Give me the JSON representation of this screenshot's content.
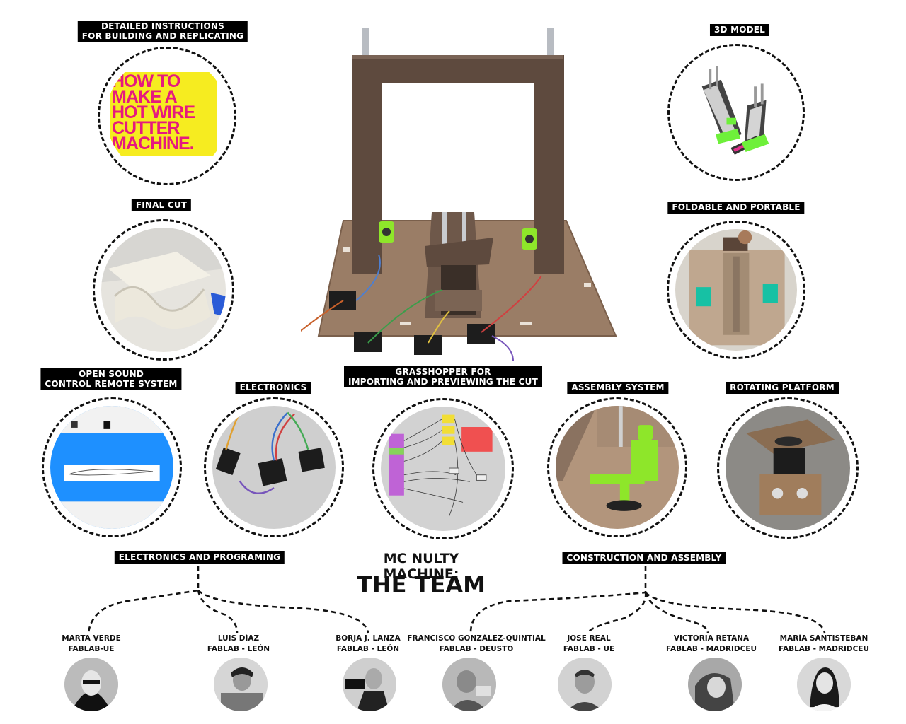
{
  "labels": {
    "instructions": [
      "DETAILED INSTRUCTIONS",
      "FOR BUILDING AND REPLICATING"
    ],
    "model3d": "3D MODEL",
    "final_cut": "FINAL CUT",
    "foldable": "FOLDABLE AND PORTABLE",
    "osc": [
      "OPEN SOUND",
      "CONTROL REMOTE SYSTEM"
    ],
    "electronics": "ELECTRONICS",
    "grasshopper": [
      "GRASSHOPPER FOR",
      "IMPORTING AND PREVIEWING THE CUT"
    ],
    "assembly": "ASSEMBLY SYSTEM",
    "rotating": "ROTATING PLATFORM",
    "group_electronics": "ELECTRONICS AND PROGRAMING",
    "group_construction": "CONSTRUCTION AND ASSEMBLY"
  },
  "howto_text": [
    "HOW TO",
    "MAKE A",
    "HOT WIRE",
    "CUTTER",
    "MACHINE."
  ],
  "title": {
    "line1": "MC NULTY MACHINE:",
    "line2": "THE TEAM"
  },
  "team": [
    {
      "name": "MARTA VERDE",
      "lab": "FABLAB-UE"
    },
    {
      "name": "LUIS DÍAZ",
      "lab": "FABLAB - LEÓN"
    },
    {
      "name": "BORJA J. LANZA",
      "lab": "FABLAB - LEÓN"
    },
    {
      "name": "FRANCISCO GONZÁLEZ-QUINTIAL",
      "lab": "FABLAB - DEUSTO"
    },
    {
      "name": "JOSE REAL",
      "lab": "FABLAB - UE"
    },
    {
      "name": "VICTORIA RETANA",
      "lab": "FABLAB - MADRIDCEU"
    },
    {
      "name": "MARÍA SANTISTEBAN",
      "lab": "FABLAB - MADRIDCEU"
    }
  ],
  "colors": {
    "label_bg": "#000000",
    "howto_yellow": "#f6ec20",
    "howto_pink": "#e6197e",
    "mdf": "#6b5446",
    "green_print": "#8ee62a",
    "screen_blue": "#1e90ff"
  }
}
